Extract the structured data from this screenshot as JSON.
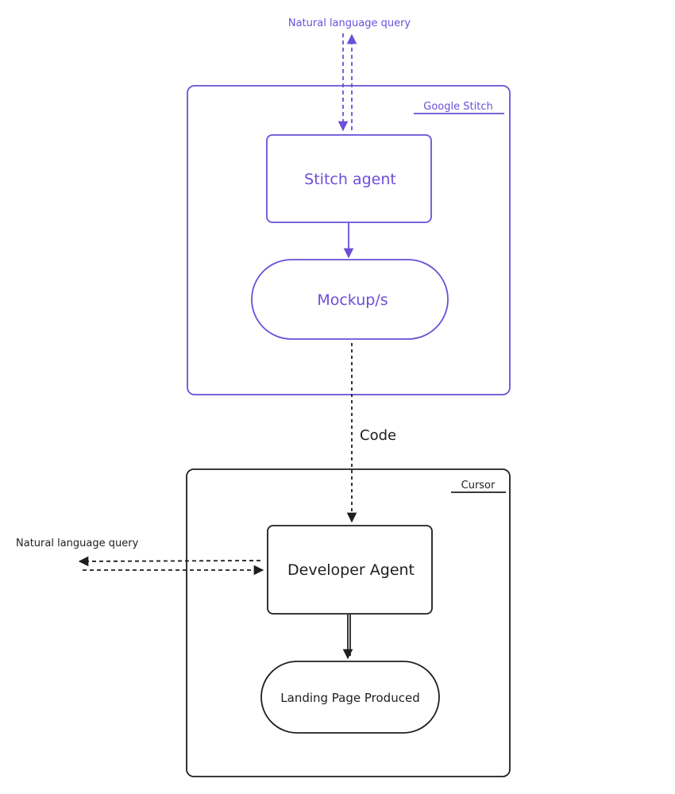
{
  "colors": {
    "stitch": "#6b4fd8",
    "cursor": "#1e1e1e",
    "background": "#ffffff"
  },
  "top_query": {
    "label": "Natural language query"
  },
  "google_stitch": {
    "title": "Google Stitch",
    "agent_label": "Stitch agent",
    "output_label": "Mockup/s"
  },
  "handoff": {
    "label": "Code"
  },
  "cursor": {
    "title": "Cursor",
    "agent_label": "Developer Agent",
    "output_label": "Landing Page Produced"
  },
  "side_query": {
    "label": "Natural language query"
  }
}
